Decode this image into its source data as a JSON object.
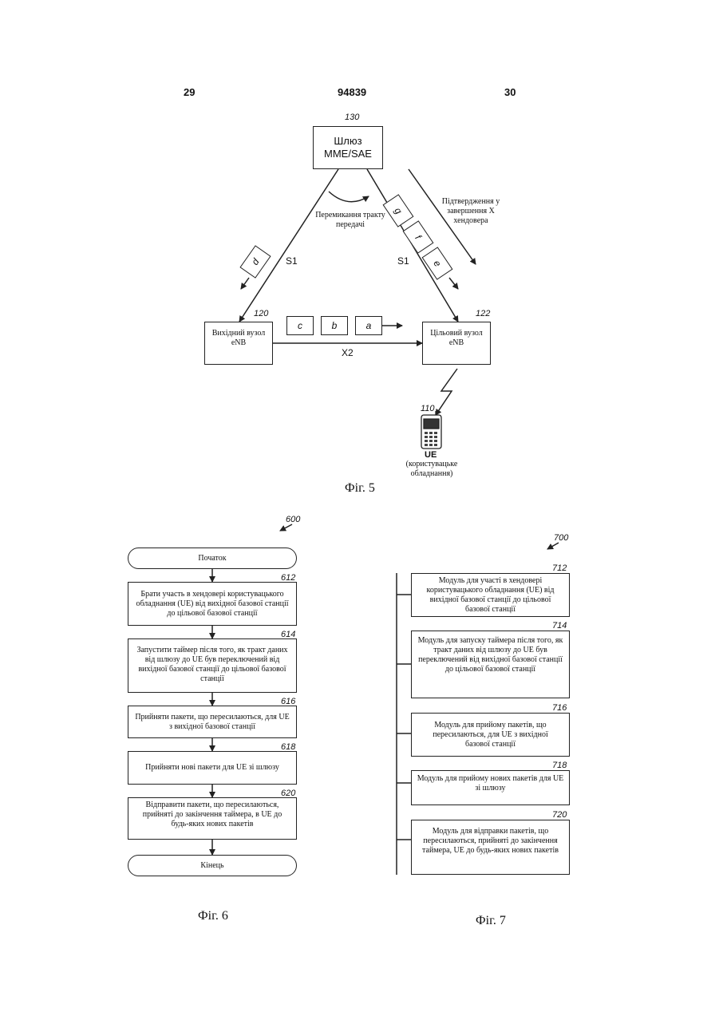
{
  "header": {
    "left_page": "29",
    "patent_number": "94839",
    "right_page": "30"
  },
  "fig5": {
    "gateway": {
      "ref": "130",
      "label_line1": "Шлюз",
      "label_line2": "MME/SAE"
    },
    "path_switch": {
      "line1": "Перемикання тракту",
      "line2": "передачі"
    },
    "ack": {
      "line1": "Підтвердження у",
      "line2": "завершення Х",
      "line3": "хендовера"
    },
    "s1_left": "S1",
    "s1_right": "S1",
    "x2": "X2",
    "source_enb": {
      "ref": "120",
      "line1": "Вихідний вузол",
      "line2": "eNB"
    },
    "target_enb": {
      "ref": "122",
      "label": "Цільовий вузол eNB"
    },
    "ue": {
      "ref": "110",
      "label": "UE",
      "desc_line1": "(користувацьке",
      "desc_line2": "обладнання)"
    },
    "packets_x2": [
      "c",
      "b",
      "a"
    ],
    "packet_s1_left": "d",
    "packets_s1_right": [
      "g",
      "f",
      "e"
    ],
    "caption": "Фіг. 5"
  },
  "fig6": {
    "ref": "600",
    "start": "Початок",
    "steps": [
      {
        "ref": "612",
        "text": "Брати участь в хендовері користувацького обладнання (UE) від вихідної базової станції до цільової базової станції"
      },
      {
        "ref": "614",
        "text": "Запустити таймер після того, як тракт даних від шлюзу до UE був переключений від вихідної базової станції до цільової базової станції"
      },
      {
        "ref": "616",
        "text": "Прийняти пакети, що пересилаються, для UE з вихідної базової станції"
      },
      {
        "ref": "618",
        "text": "Прийняти нові пакети для UE зі шлюзу"
      },
      {
        "ref": "620",
        "text": "Відправити пакети, що пересилаються, прийняті до закінчення таймера, в UE до будь-яких нових пакетів"
      }
    ],
    "end": "Кінець",
    "caption": "Фіг. 6"
  },
  "fig7": {
    "ref": "700",
    "modules": [
      {
        "ref": "712",
        "text": "Модуль для участі в хендовері користувацького обладнання (UE) від вихідної базової станції до цільової базової станції"
      },
      {
        "ref": "714",
        "text": "Модуль для запуску таймера після того, як тракт даних від шлюзу до UE був переключений від вихідної базової станції до цільової базової станції"
      },
      {
        "ref": "716",
        "text": "Модуль для прийому пакетів, що пересилаються, для UE з вихідної базової станції"
      },
      {
        "ref": "718",
        "text": "Модуль для прийому нових пакетів для UE зі шлюзу"
      },
      {
        "ref": "720",
        "text": "Модуль для відправки пакетів, що пересилаються, прийняті до закінчення таймера, UE до будь-яких нових пакетів"
      }
    ],
    "caption": "Фіг. 7"
  }
}
